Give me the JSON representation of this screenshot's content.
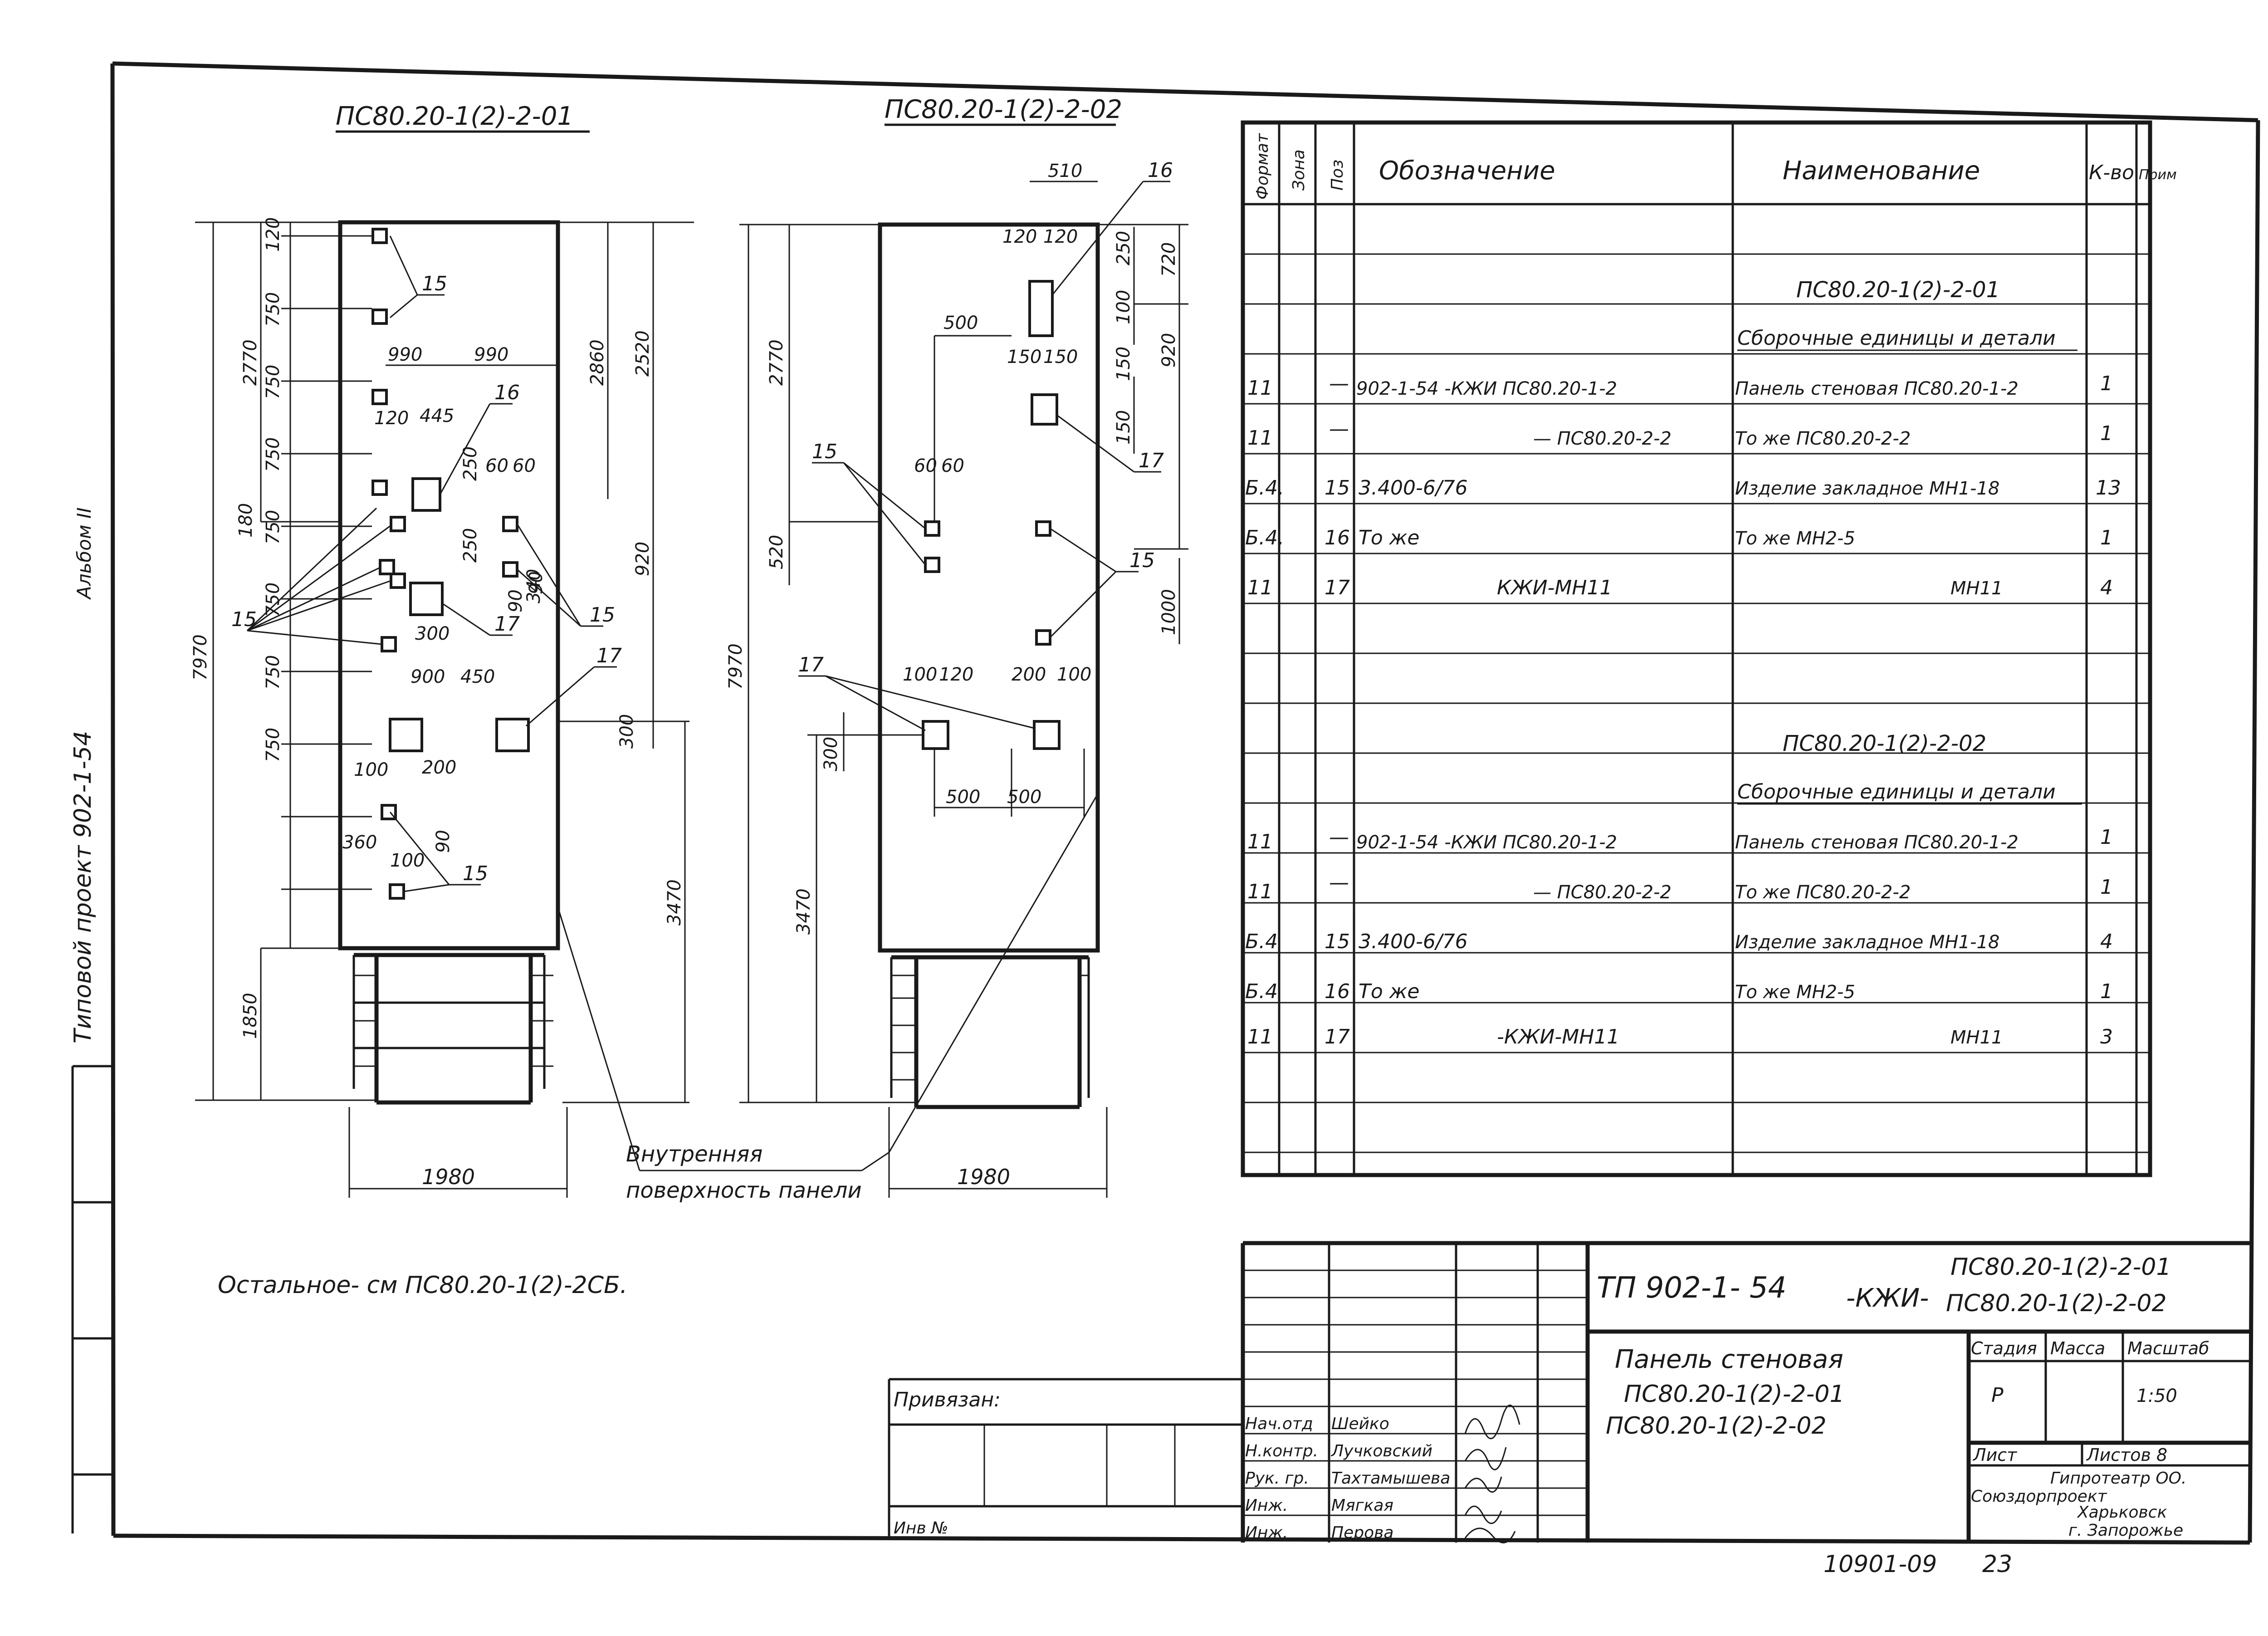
{
  "left_side": {
    "project_text": "Типовой проект 902-1-54",
    "album_text": "Альбом II"
  },
  "drawing1": {
    "title": "ПС80.20-1(2)-2-01",
    "width_dim": "1980",
    "dims_left": [
      "120",
      "750",
      "750",
      "750",
      "180",
      "750",
      "750",
      "750",
      "750",
      "2770",
      "7970",
      "1850"
    ],
    "dims_right": [
      "2860",
      "2520",
      "340",
      "920",
      "300",
      "3470"
    ],
    "dims_inner": [
      "990",
      "990",
      "120",
      "445",
      "250",
      "250",
      "60",
      "60",
      "300",
      "900",
      "450",
      "100",
      "200",
      "360",
      "100",
      "90",
      "90",
      "90"
    ],
    "marks": [
      "15",
      "15",
      "15",
      "15",
      "16",
      "17",
      "17"
    ]
  },
  "drawing2": {
    "title": "ПС80.20-1(2)-2-02",
    "width_dim": "1980",
    "dims_left": [
      "2770",
      "520",
      "7970",
      "3470",
      "300"
    ],
    "dims_right": [
      "250",
      "720",
      "100",
      "920",
      "150",
      "150",
      "1000"
    ],
    "dims_inner": [
      "510",
      "120",
      "120",
      "500",
      "150",
      "150",
      "60",
      "60",
      "100",
      "120",
      "200",
      "100",
      "500",
      "500"
    ],
    "marks": [
      "16",
      "17",
      "15",
      "15",
      "17"
    ]
  },
  "inner_surface_label": [
    "Внутренняя",
    "поверхность панели"
  ],
  "bottom_note": "Остальное- см ПС80.20-1(2)-2СБ.",
  "spec_table": {
    "headers": [
      "Формат",
      "Зона",
      "Поз",
      "Обозначение",
      "Наименование",
      "К-во",
      "Прим"
    ],
    "section1_title": "ПС80.20-1(2)-2-01",
    "section2_title": "ПС80.20-1(2)-2-02",
    "subsection_title": "Сборочные единицы и детали",
    "section1_rows": [
      {
        "format": "11",
        "zone": "",
        "pos": "—",
        "designation": "902-1-54 -КЖИ ПС80.20-1-2",
        "name": "Панель стеновая ПС80.20-1-2",
        "qty": "1"
      },
      {
        "format": "11",
        "zone": "",
        "pos": "—",
        "designation": "— ПС80.20-2-2",
        "name": "То же ПС80.20-2-2",
        "qty": "1"
      },
      {
        "format": "Б.4.",
        "zone": "",
        "pos": "15",
        "designation": "3.400-6/76",
        "name": "Изделие закладное МН1-18",
        "qty": "13"
      },
      {
        "format": "Б.4.",
        "zone": "",
        "pos": "16",
        "designation": "То же",
        "name": "То же МН2-5",
        "qty": "1"
      },
      {
        "format": "11",
        "zone": "",
        "pos": "17",
        "designation": "КЖИ-МН11",
        "name": "МН11",
        "qty": "4"
      }
    ],
    "section2_rows": [
      {
        "format": "11",
        "zone": "",
        "pos": "—",
        "designation": "902-1-54 -КЖИ ПС80.20-1-2",
        "name": "Панель стеновая ПС80.20-1-2",
        "qty": "1"
      },
      {
        "format": "11",
        "zone": "",
        "pos": "—",
        "designation": "— ПС80.20-2-2",
        "name": "То же ПС80.20-2-2",
        "qty": "1"
      },
      {
        "format": "Б.4",
        "zone": "",
        "pos": "15",
        "designation": "3.400-6/76",
        "name": "Изделие закладное МН1-18",
        "qty": "4"
      },
      {
        "format": "Б.4",
        "zone": "",
        "pos": "16",
        "designation": "То же",
        "name": "То же МН2-5",
        "qty": "1"
      },
      {
        "format": "11",
        "zone": "",
        "pos": "17",
        "designation": "-КЖИ-МН11",
        "name": "МН11",
        "qty": "3"
      }
    ]
  },
  "title_block": {
    "code_main": "ТП 902-1- 54",
    "code_suffix": "-КЖИ-",
    "code_ref1": "ПС80.20-1(2)-2-01",
    "code_ref2": "ПС80.20-1(2)-2-02",
    "name_line1": "Панель стеновая",
    "name_line2": "ПС80.20-1(2)-2-01",
    "name_line3": "ПС80.20-1(2)-2-02",
    "stage_label": "Стадия",
    "mass_label": "Масса",
    "scale_label": "Масштаб",
    "stage_value": "Р",
    "scale_value": "1:50",
    "sheet_label": "Лист",
    "sheets_label": "Листов 8",
    "org_line1": "Гипротеатр ОО.",
    "org_line2": "Союздорпроект",
    "org_line3": "Харьковск",
    "org_line4": "г. Запорожье",
    "privyazan": "Привязан:",
    "inv_label": "Инв №",
    "roles": [
      "Нач.отд",
      "Н.контр.",
      "Рук. гр.",
      "Инж.",
      "Инж."
    ],
    "names": [
      "Шейко",
      "Лучковский",
      "Тахтамышева",
      "Мягкая",
      "Перова"
    ],
    "doc_number": "10901-09",
    "page_number": "23"
  }
}
